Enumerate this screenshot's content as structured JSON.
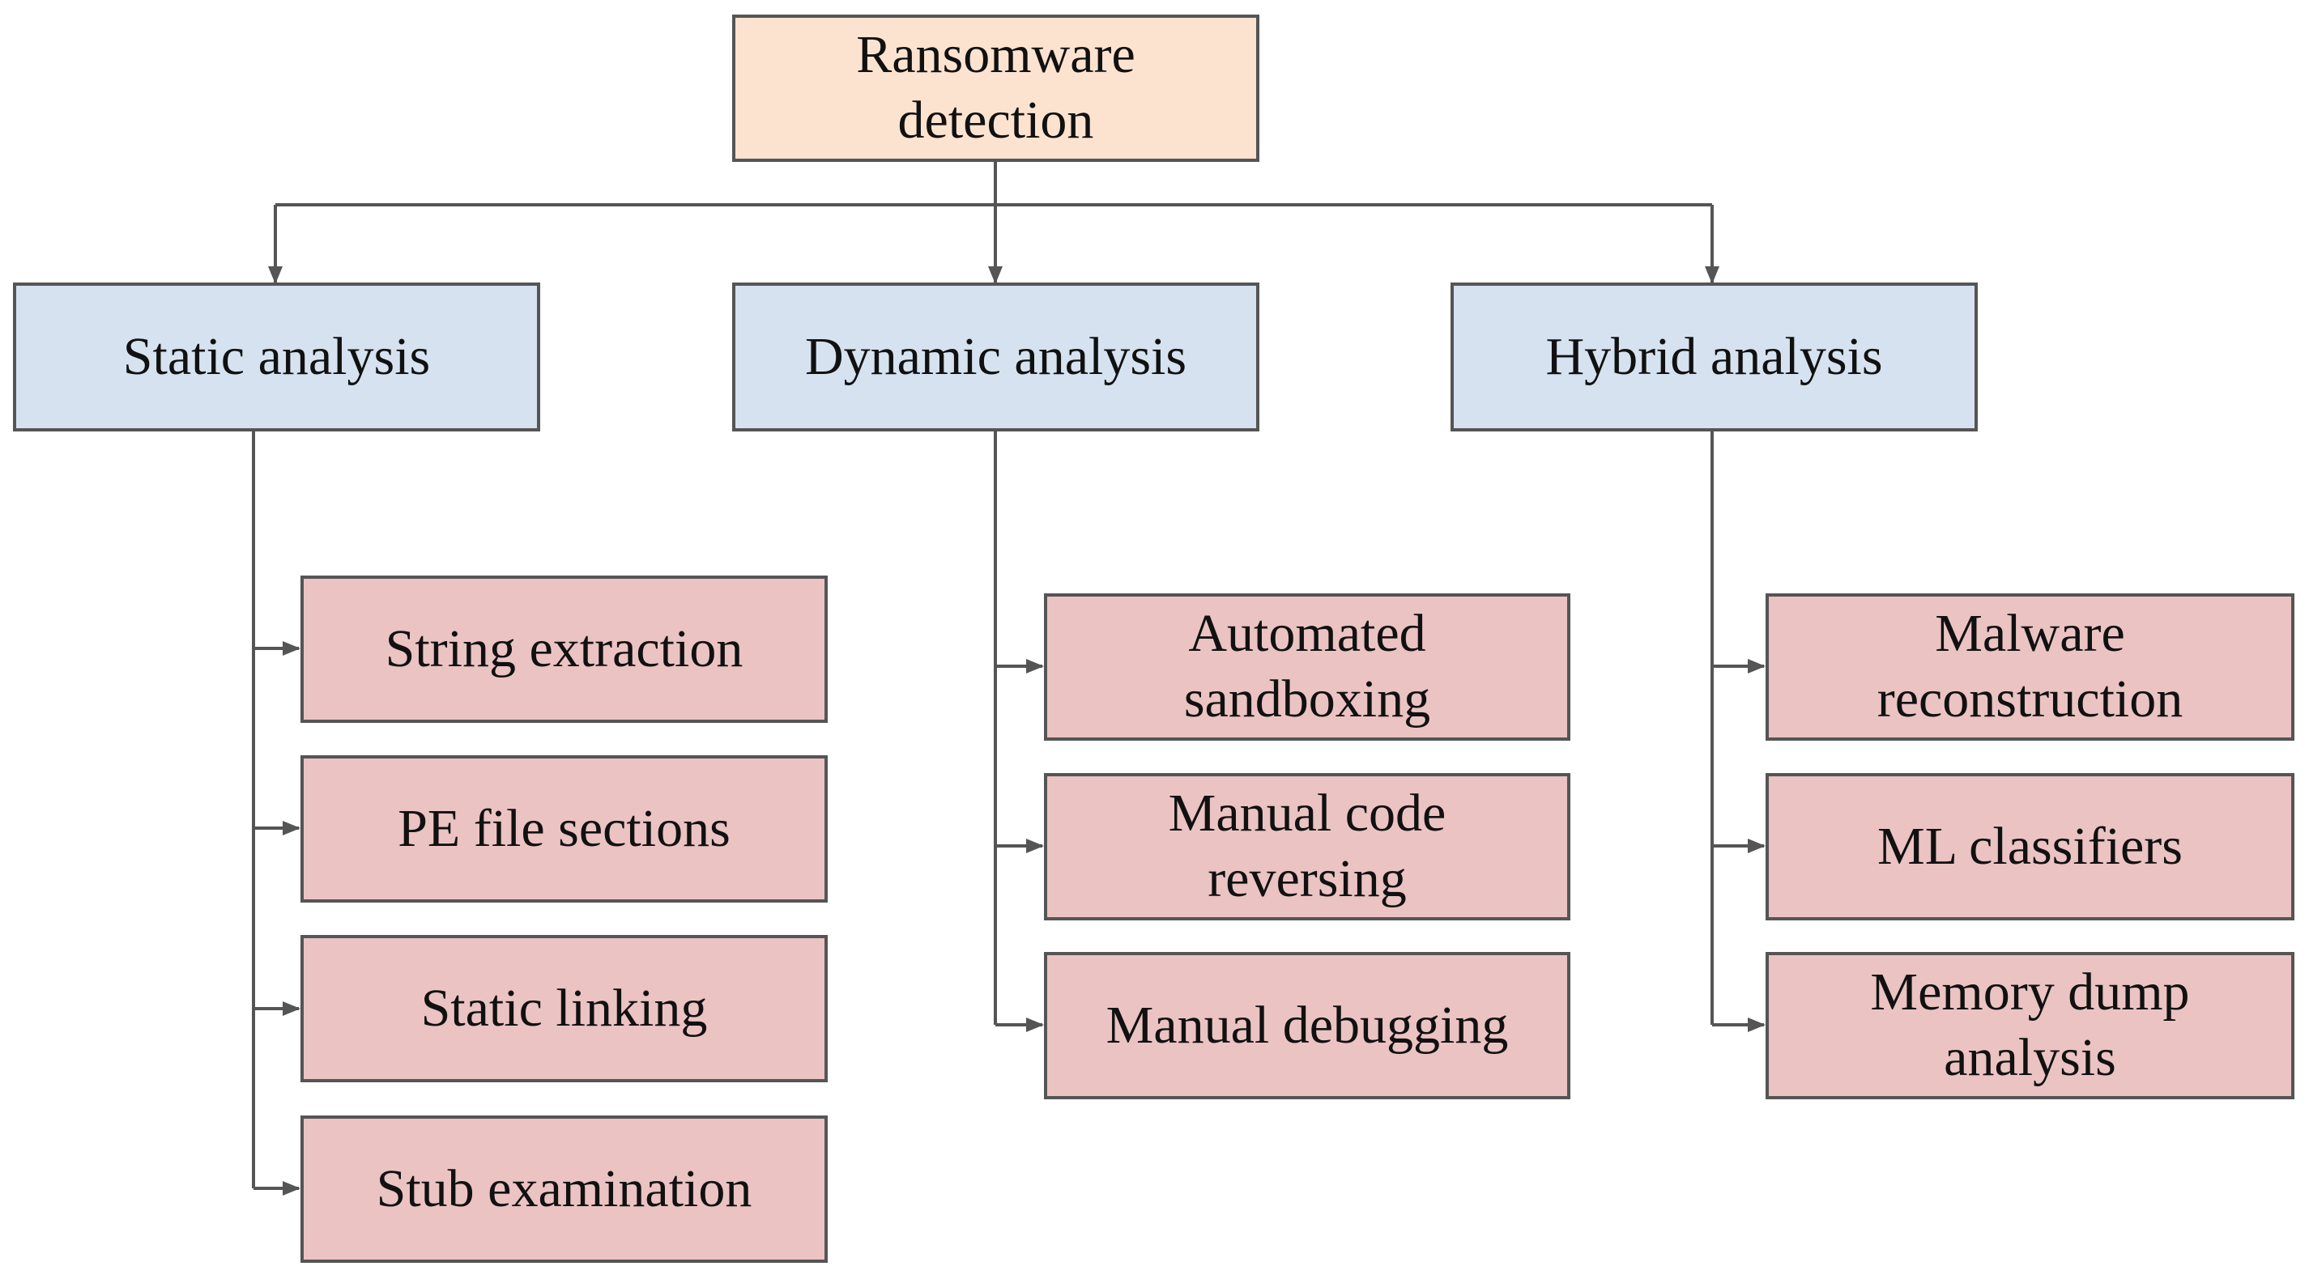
{
  "colors": {
    "root_fill": "#fce3d0",
    "category_fill": "#d6e2f0",
    "leaf_fill": "#ebc3c3",
    "border": "#555555"
  },
  "root": {
    "label": "Ransomware\ndetection"
  },
  "categories": [
    {
      "label": "Static analysis",
      "children": [
        "String extraction",
        "PE file sections",
        "Static linking",
        "Stub examination"
      ]
    },
    {
      "label": "Dynamic analysis",
      "children": [
        "Automated\nsandboxing",
        "Manual code\nreversing",
        "Manual debugging"
      ]
    },
    {
      "label": "Hybrid analysis",
      "children": [
        "Malware\nreconstruction",
        "ML classifiers",
        "Memory dump\nanalysis"
      ]
    }
  ]
}
